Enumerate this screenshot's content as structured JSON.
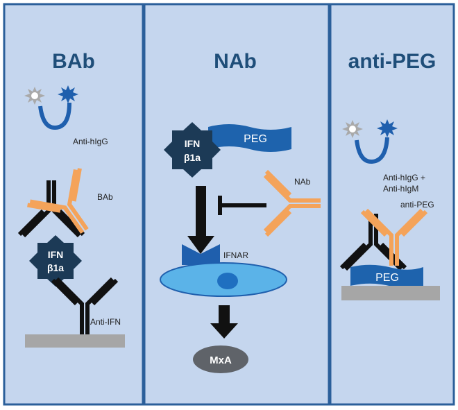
{
  "panels": [
    {
      "title": "BAb",
      "labels": {
        "anti_igg": "Anti-hIgG",
        "bab": "BAb",
        "ifn_line1": "IFN",
        "ifn_line2": "β1a",
        "anti_ifn": "Anti-IFN"
      }
    },
    {
      "title": "NAb",
      "labels": {
        "ifn_line1": "IFN",
        "ifn_line2": "β1a",
        "peg": "PEG",
        "nab": "NAb",
        "ifnar": "IFNAR",
        "mxa": "MxA"
      }
    },
    {
      "title": "anti-PEG",
      "labels": {
        "anti_igg_igm_line1": "Anti-hIgG +",
        "anti_igg_igm_line2": "Anti-hIgM",
        "anti_peg": "anti-PEG",
        "peg": "PEG"
      }
    }
  ],
  "colors": {
    "panel_fill": "#c5d6ee",
    "panel_border": "#2b5f9a",
    "title": "#1f4e79",
    "antibody_black": "#111111",
    "antibody_orange": "#f4a35a",
    "ifn_fill": "#1c3a56",
    "peg_fill": "#1e63ad",
    "cell_fill": "#5bb3e8",
    "nucleus_fill": "#1f6fc0",
    "surface": "#a6a6a6",
    "mxa_fill": "#5f6369",
    "enzyme_gray": "#a9a9a9",
    "signal_blue": "#1f5fad"
  }
}
